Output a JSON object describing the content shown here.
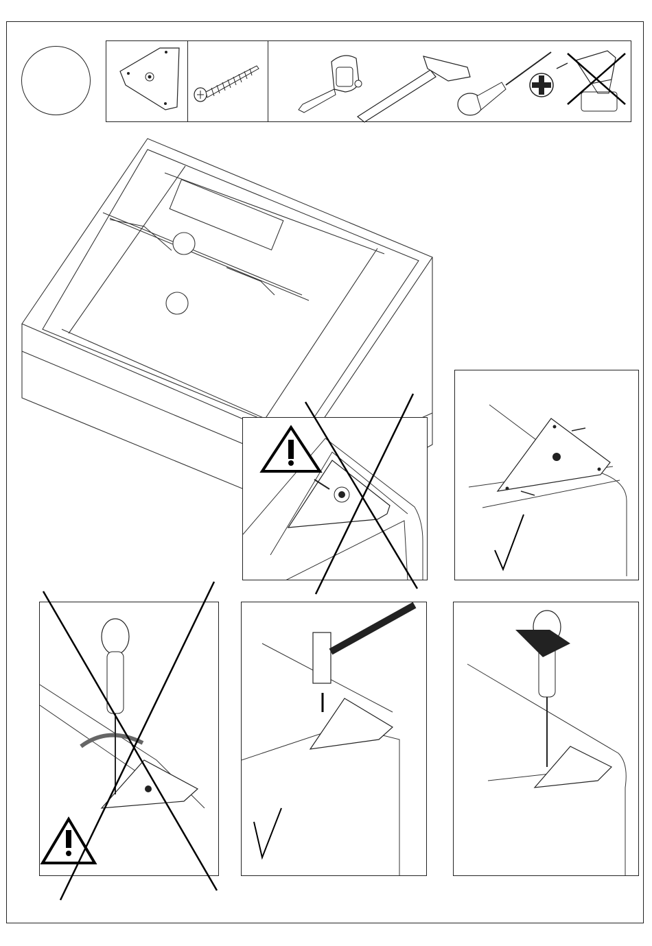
{
  "page": {
    "title": ""
  },
  "icons": {
    "parts": [
      "corner-plate-icon",
      "screw-icon"
    ],
    "tools": [
      "tape-measure-icon",
      "hammer-icon",
      "screwdriver-icon",
      "phillips-head-icon",
      "no-drill-icon"
    ],
    "marks": [
      "warning-icon",
      "checkmark-icon",
      "cross-out-icon",
      "rotate-arrow-icon"
    ]
  },
  "steps": [
    {
      "id": "overview",
      "status": "info"
    },
    {
      "id": "plate-upside-down",
      "status": "wrong"
    },
    {
      "id": "plate-aligned",
      "status": "correct"
    },
    {
      "id": "screw-without-pre-hole",
      "status": "wrong"
    },
    {
      "id": "hammer-screws",
      "status": "correct"
    },
    {
      "id": "tighten-screws",
      "status": "info"
    }
  ],
  "colors": {
    "line": "#222222",
    "background": "#ffffff"
  }
}
